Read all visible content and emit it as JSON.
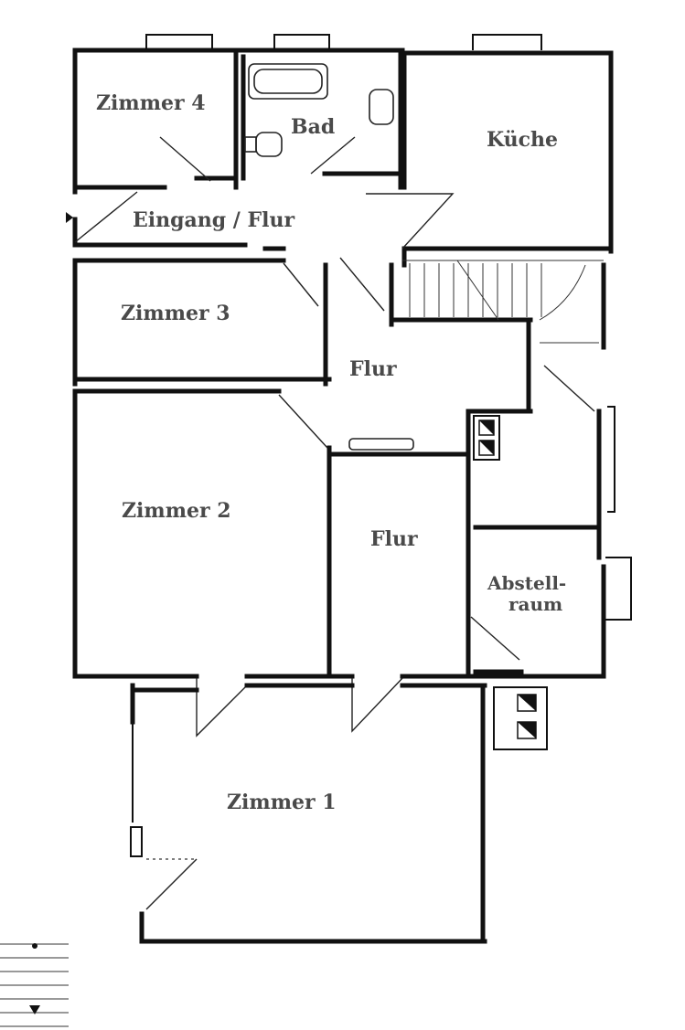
{
  "rooms": {
    "zimmer4": "Zimmer 4",
    "bad": "Bad",
    "kueche": "Küche",
    "eingang": "Eingang / Flur",
    "zimmer3": "Zimmer 3",
    "flur_upper": "Flur",
    "zimmer2": "Zimmer 2",
    "flur_lower": "Flur",
    "abstell_line1": "Abstell-",
    "abstell_line2": "raum",
    "zimmer1": "Zimmer 1"
  },
  "colors": {
    "wall": "#111111",
    "label": "#4a4a4a",
    "background": "#ffffff"
  }
}
